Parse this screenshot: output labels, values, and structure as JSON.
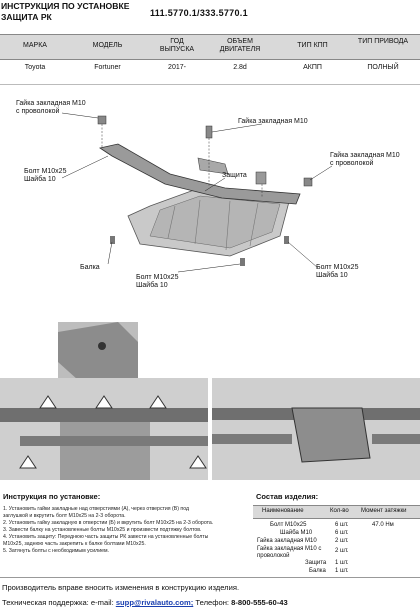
{
  "header": {
    "title_line1": "ИНСТРУКЦИЯ ПО УСТАНОВКЕ",
    "title_line2": "ЗАЩИТА РК",
    "part_code": "111.5770.1/333.5770.1"
  },
  "spec_table": {
    "headers": [
      "МАРКА",
      "МОДЕЛЬ",
      "ГОД ВЫПУСКА",
      "ОБЪЕМ ДВИГАТЕЛЯ",
      "ТИП КПП",
      "ТИП ПРИВОДА"
    ],
    "row": [
      "Toyota",
      "Fortuner",
      "2017-",
      "2.8d",
      "АКПП",
      "ПОЛНЫЙ"
    ]
  },
  "callouts": {
    "nut_left": "Гайка закладная М10\nс проволокой",
    "nut_center": "Гайка закладная М10",
    "nut_right": "Гайка закладная М10\nс проволокой",
    "guard": "Защита",
    "bolt_left": "Болт М10х25\nШайба 10",
    "beam": "Балка",
    "bolt_center": "Болт М10х25\nШайба 10",
    "bolt_right": "Болт М10х25\nШайба 10"
  },
  "instructions": {
    "title": "Инструкция по установке:",
    "steps": [
      "1. Установить гайки закладные над отверстиями (А), через отверстия (В) под",
      "заглушкой и вкрутить болт М10х25 на 2-3 оборота.",
      "2. Установить гайку закладную в отверстии (Б) и вкрутить болт М10х25 на 2-3 оборота.",
      "3. Завести балку на установленные болты М10х25 и произвести подтяжку болтов.",
      "4. Установить защиту: Переднюю часть защиты РК завести на установленные болты",
      "М10х25, заднюю часть закрепить к балке болтами М10х25.",
      "5. Затянуть болты с необходимым усилием."
    ]
  },
  "kit": {
    "title": "Состав изделия:",
    "headers": [
      "Наименование",
      "Кол-во",
      "Момент затяжки"
    ],
    "rows": [
      {
        "name": "Болт М10х25",
        "qty": "6 шт.",
        "torque": "47.0 Нм"
      },
      {
        "name": "Шайба М10",
        "qty": "6 шт.",
        "torque": ""
      },
      {
        "name": "Гайка закладная М10",
        "qty": "2 шт.",
        "torque": ""
      },
      {
        "name": "Гайка закладная М10 с проволокой",
        "qty": "2 шт.",
        "torque": ""
      },
      {
        "name": "Защита",
        "qty": "1 шт.",
        "torque": ""
      },
      {
        "name": "Балка",
        "qty": "1 шт.",
        "torque": ""
      }
    ]
  },
  "footer": {
    "line1": "Производитель вправе вносить изменения в конструкцию изделия.",
    "support_label": "Техническая поддержка: e-mail:",
    "email": "supp@rivalauto.com;",
    "phone_label": "Телефон:",
    "phone": "8-800-555-60-43"
  }
}
